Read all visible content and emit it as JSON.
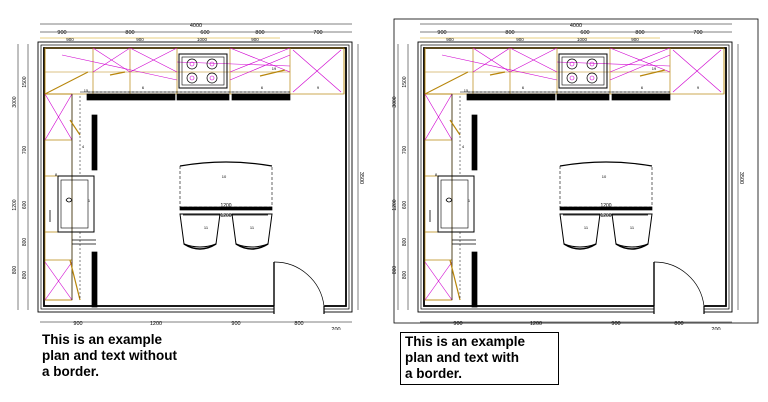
{
  "captions": {
    "left": "This is an example\nplan and text without\na border.",
    "right": "This is an example\nplan and text with\na border."
  },
  "top_dims": {
    "overall": "4000",
    "upper": [
      "900",
      "800",
      "600",
      "800",
      "700"
    ],
    "lower": [
      "900",
      "900",
      "1000",
      "900"
    ]
  },
  "bottom_dims": [
    "900",
    "1200",
    "900",
    "800",
    "200"
  ],
  "left_dims": [
    "3000",
    "1500",
    "1200",
    "700",
    "600",
    "800",
    "800",
    "800"
  ],
  "right_dim": "3500",
  "unit_numbers": [
    "15",
    "6",
    "6",
    "19",
    "9",
    "8",
    "4",
    "1",
    "10",
    "11",
    "11"
  ],
  "island_dims": [
    "1200",
    "1200"
  ]
}
